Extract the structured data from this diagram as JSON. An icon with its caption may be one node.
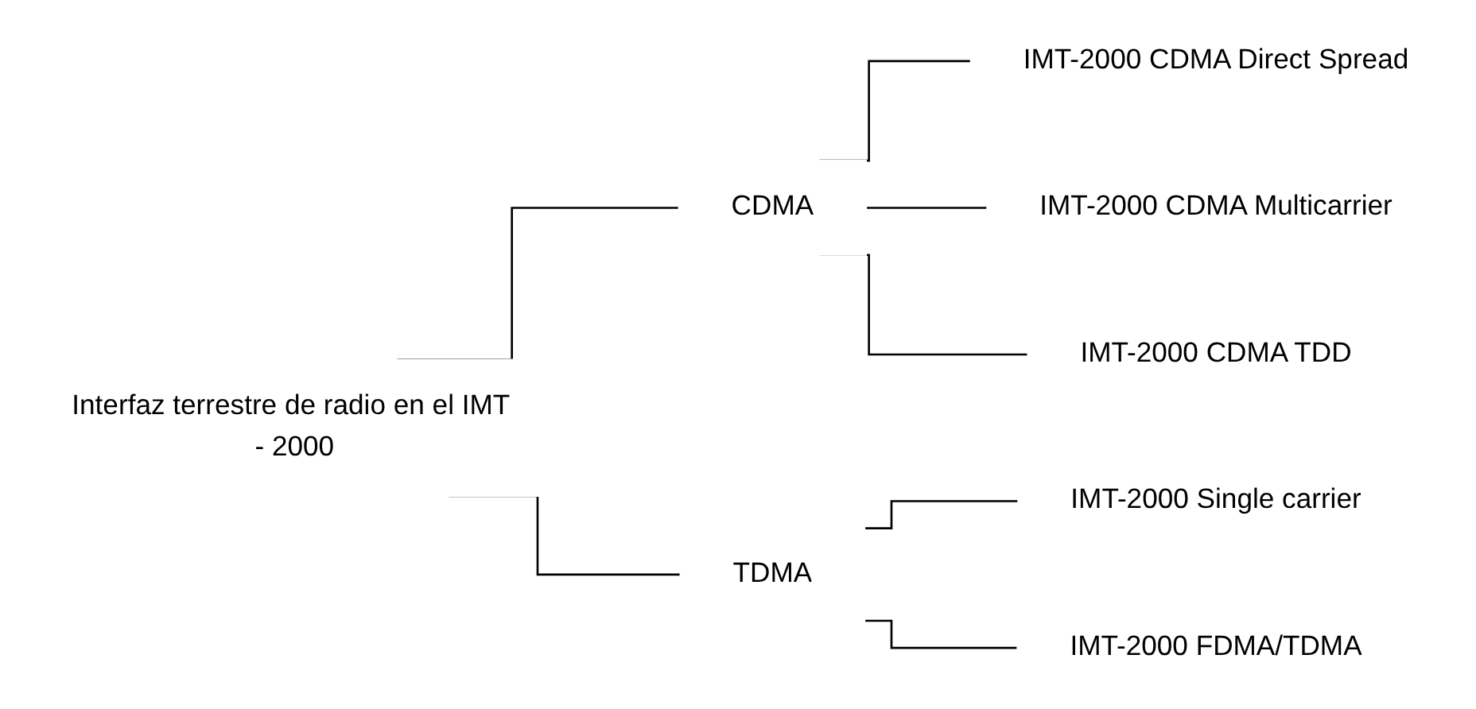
{
  "diagram": {
    "nodes": [
      {
        "text": [
          "Interfaz terrestre de radio en el IMT - 2000"
        ]
      },
      {
        "text": [
          "CDMA"
        ]
      },
      {
        "text": [
          "IMT-2000 CDMA Direct Spread"
        ]
      },
      {
        "text": [
          "IMT-2000 CDMA Multicarrier"
        ]
      },
      {
        "text": [
          "IMT-2000 CDMA TDD"
        ]
      },
      {
        "text": [
          "TDMA"
        ]
      },
      {
        "text": [
          "IMT-2000 Single carrier"
        ]
      },
      {
        "text": [
          "IMT-2000 FDMA/TDMA"
        ]
      }
    ],
    "edges": [
      {
        "from": 0,
        "to": 1,
        "arrow": "none"
      },
      {
        "from": 0,
        "to": 5,
        "arrow": "none"
      },
      {
        "from": 1,
        "to": 2,
        "arrow": "none"
      },
      {
        "from": 1,
        "to": 3,
        "arrow": "none"
      },
      {
        "from": 1,
        "to": 4,
        "arrow": "none"
      },
      {
        "from": 5,
        "to": 6,
        "arrow": "none"
      },
      {
        "from": 5,
        "to": 7,
        "arrow": "none"
      }
    ]
  }
}
